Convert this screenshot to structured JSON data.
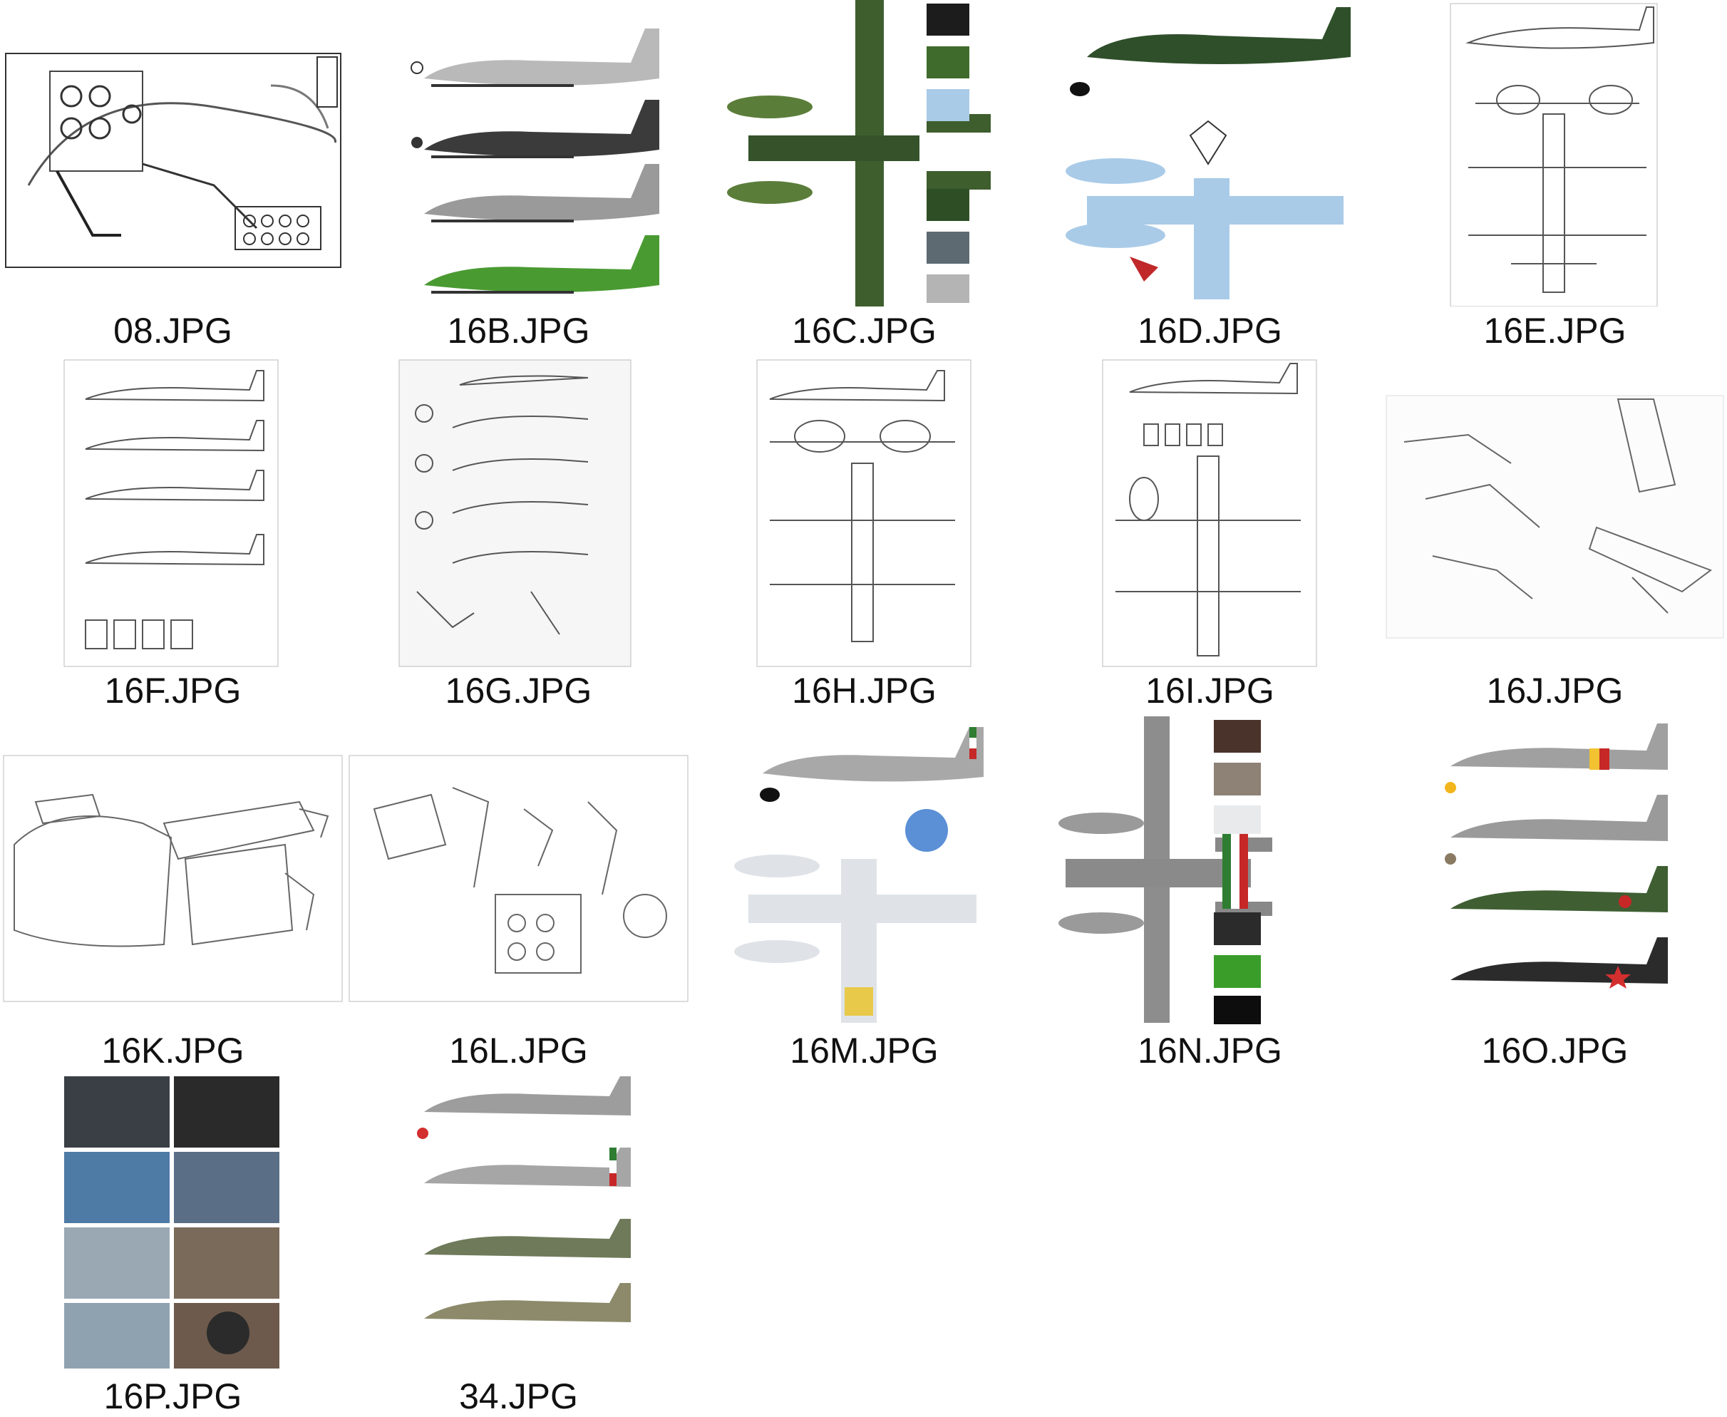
{
  "gallery": {
    "items": [
      {
        "filename": "08.JPG",
        "kind": "cockpit-drawing"
      },
      {
        "filename": "16B.JPG",
        "kind": "color-profiles"
      },
      {
        "filename": "16C.JPG",
        "kind": "topview-swatches"
      },
      {
        "filename": "16D.JPG",
        "kind": "profile-and-underside"
      },
      {
        "filename": "16E.JPG",
        "kind": "line-drawing-views"
      },
      {
        "filename": "16F.JPG",
        "kind": "line-drawing-profiles"
      },
      {
        "filename": "16G.JPG",
        "kind": "line-drawing-details"
      },
      {
        "filename": "16H.JPG",
        "kind": "line-drawing-views"
      },
      {
        "filename": "16I.JPG",
        "kind": "line-drawing-views"
      },
      {
        "filename": "16J.JPG",
        "kind": "exploded-drawing"
      },
      {
        "filename": "16K.JPG",
        "kind": "exploded-drawing"
      },
      {
        "filename": "16L.JPG",
        "kind": "exploded-drawing"
      },
      {
        "filename": "16M.JPG",
        "kind": "profile-and-underside"
      },
      {
        "filename": "16N.JPG",
        "kind": "topview-swatches"
      },
      {
        "filename": "16O.JPG",
        "kind": "color-profiles"
      },
      {
        "filename": "16P.JPG",
        "kind": "photo-grid"
      },
      {
        "filename": "34.JPG",
        "kind": "color-profiles"
      }
    ]
  },
  "colors": {
    "background": "#ffffff",
    "caption_text": "#111111",
    "camo_green_dark": "#2f4f2a",
    "camo_green_light": "#5f8a3c",
    "light_blue": "#a9cbe8",
    "mottle_grey": "#8d8d8d",
    "swatch_brown": "#4a332b"
  }
}
